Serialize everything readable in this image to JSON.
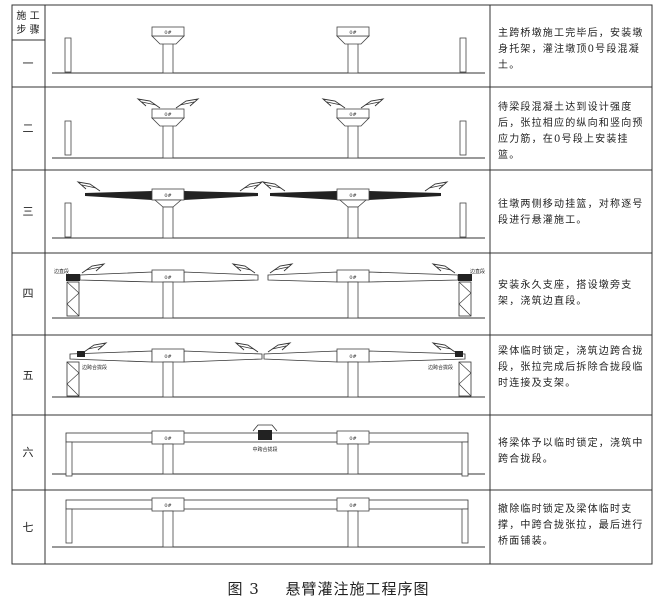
{
  "table_header": {
    "line1": "施 工",
    "line2": "步 骤"
  },
  "steps": [
    {
      "label": "一",
      "description": "主跨桥墩施工完毕后，安装墩身托架，灌注墩顶0号段混凝土。"
    },
    {
      "label": "二",
      "description": "待梁段混凝土达到设计强度后，张拉相应的纵向和竖向预应力筋，在0号段上安装挂篮。"
    },
    {
      "label": "三",
      "description": "往墩两侧移动挂篮，对称逐号段进行悬灌施工。"
    },
    {
      "label": "四",
      "description": "安装永久支座，搭设墩旁支架，浇筑边直段。",
      "annotations": [
        "边直段",
        "边直段"
      ]
    },
    {
      "label": "五",
      "description": "梁体临时锁定，浇筑边跨合拢段，张拉完成后拆除合拢段临时连接及支架。",
      "annotations": [
        "边跨合拢段",
        "边跨合拢段"
      ]
    },
    {
      "label": "六",
      "description": "将梁体予以临时锁定，浇筑中跨合拢段。",
      "annotations": [
        "中跨合拢段"
      ]
    },
    {
      "label": "七",
      "description": "撤除临时锁定及梁体临时支撑，中跨合拢张拉，最后进行桥面铺装。"
    }
  ],
  "segment_tag": "0#",
  "caption": {
    "figure": "图 3",
    "title": "悬臂灌注施工程序图"
  }
}
